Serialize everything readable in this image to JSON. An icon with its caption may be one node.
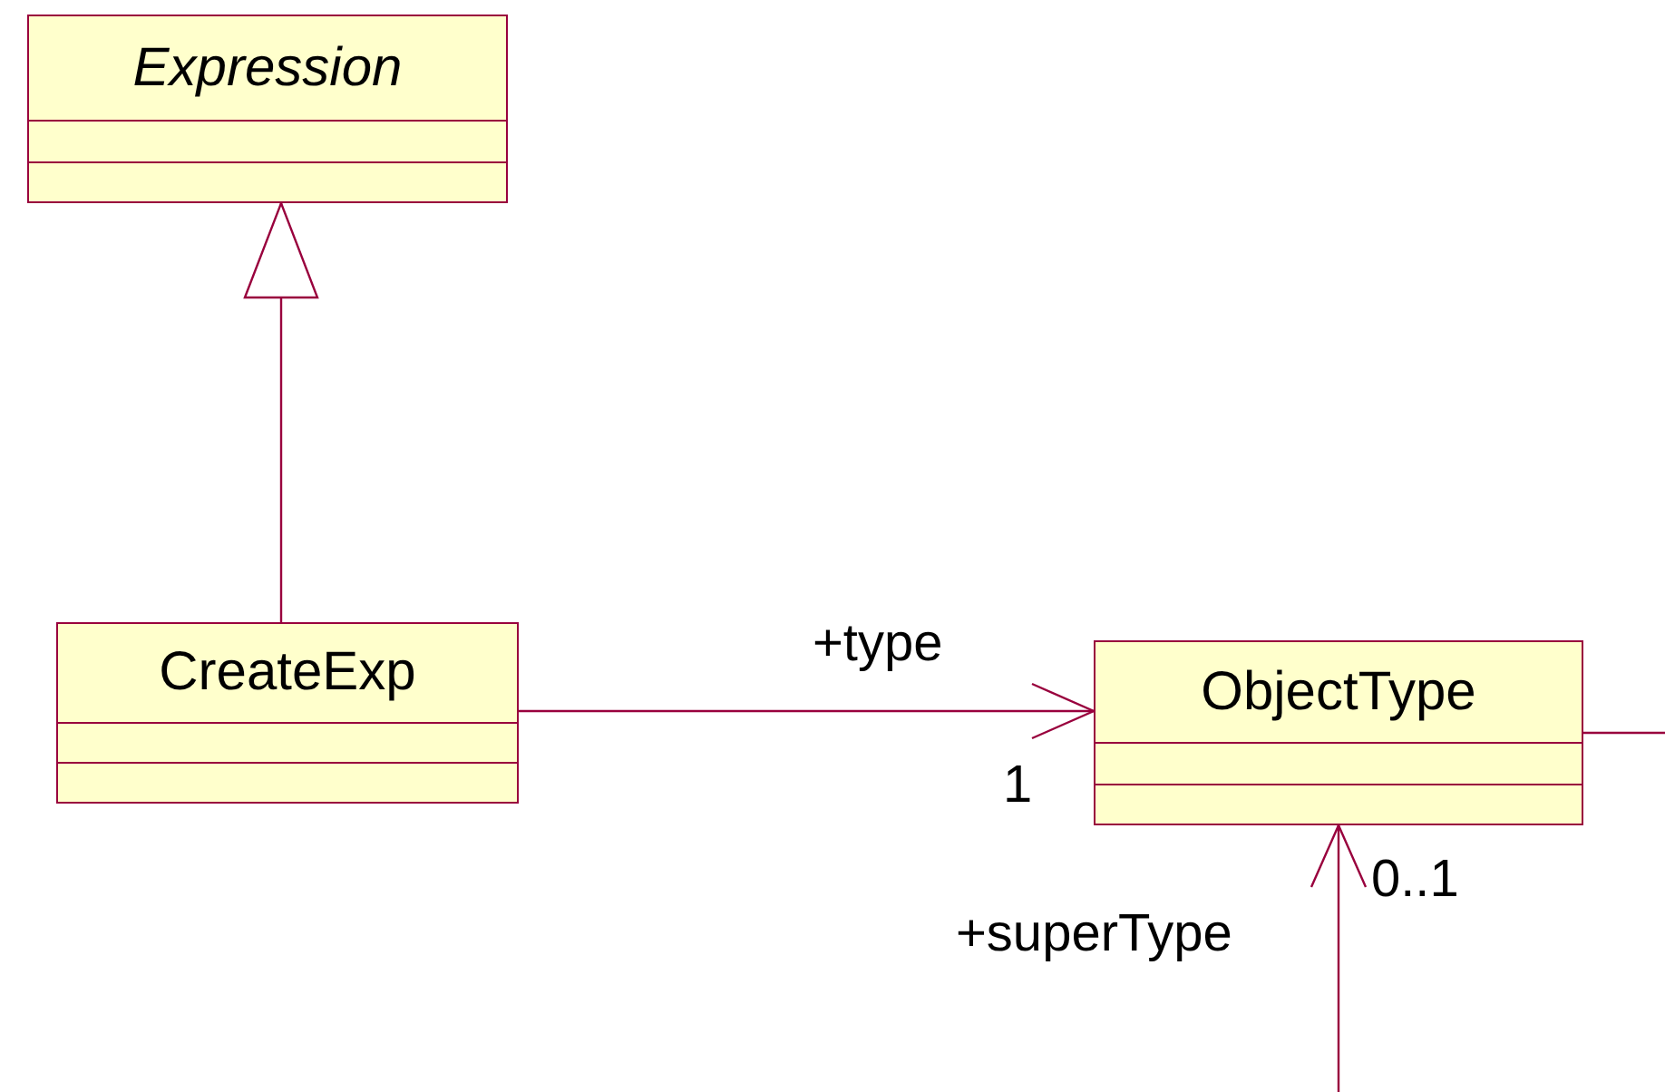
{
  "diagram": {
    "nodes": [
      {
        "text": [
          "Expression"
        ]
      },
      {
        "text": [
          "CreateExp"
        ]
      },
      {
        "text": [
          "ObjectType"
        ]
      }
    ],
    "edges": [
      {
        "from": 1,
        "to": 0,
        "arrow": "to"
      },
      {
        "from": 1,
        "to": 2,
        "arrow": "to",
        "label": "+type"
      },
      {
        "from": null,
        "to": 2,
        "arrow": "to",
        "label": "+superType"
      },
      {
        "from": 2,
        "to": null,
        "arrow": "none"
      }
    ],
    "labels": [
      "1",
      "0..1"
    ]
  }
}
